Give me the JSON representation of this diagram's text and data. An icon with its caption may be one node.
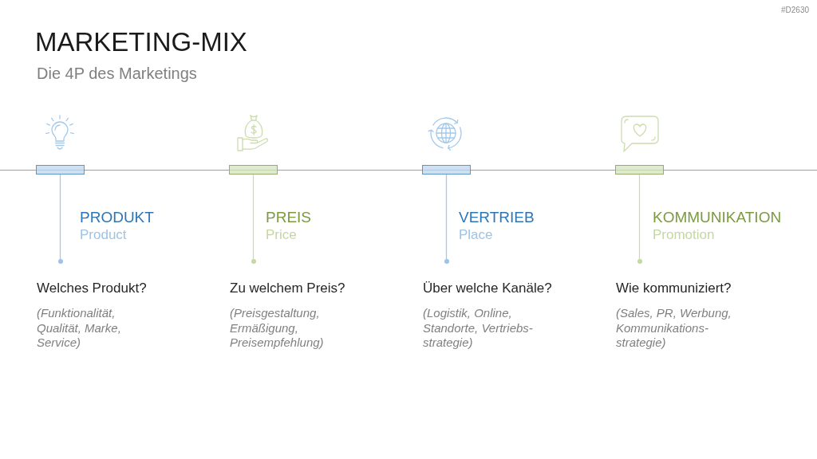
{
  "diagram": {
    "title": "MARKETING-MIX",
    "nodes": [
      {
        "text": [],
        "shape": "bar"
      },
      {
        "text": [],
        "shape": "bar"
      },
      {
        "text": [],
        "shape": "bar"
      },
      {
        "text": [],
        "shape": "bar"
      },
      {
        "text": [],
        "shape": "circle"
      },
      {
        "text": [],
        "shape": "circle"
      },
      {
        "text": [],
        "shape": "circle"
      },
      {
        "text": [],
        "shape": "circle"
      }
    ],
    "edges": [
      {
        "from": 0,
        "to": 4,
        "arrow": "none",
        "color": "#a3c9ec"
      },
      {
        "from": 1,
        "to": 5,
        "arrow": "none",
        "color": "#cddcb0"
      },
      {
        "from": 2,
        "to": 6,
        "arrow": "none",
        "color": "#a3c9ec"
      },
      {
        "from": 3,
        "to": 7,
        "arrow": "none",
        "color": "#cddcb0"
      }
    ],
    "labels": [
      "#D2630",
      "Die 4P des Marketings",
      "PRODUKT",
      "Product",
      "PREIS",
      "Price",
      "VERTRIEB",
      "Place",
      "KOMMUNIKATION",
      "Promotion",
      "Welches Produkt?",
      "Zu welchem Preis?",
      "Über welche Kanäle?",
      "Wie kommuniziert?",
      "(Funktionalität, Qualität, Marke, Service)",
      "(Preisgestaltung, Ermäßigung, Preisempfehlung)",
      "(Logistik, Online, Standorte, Vertriebs- strategie)",
      "(Sales, PR, Werbung, Kommunikations- strategie)"
    ]
  }
}
